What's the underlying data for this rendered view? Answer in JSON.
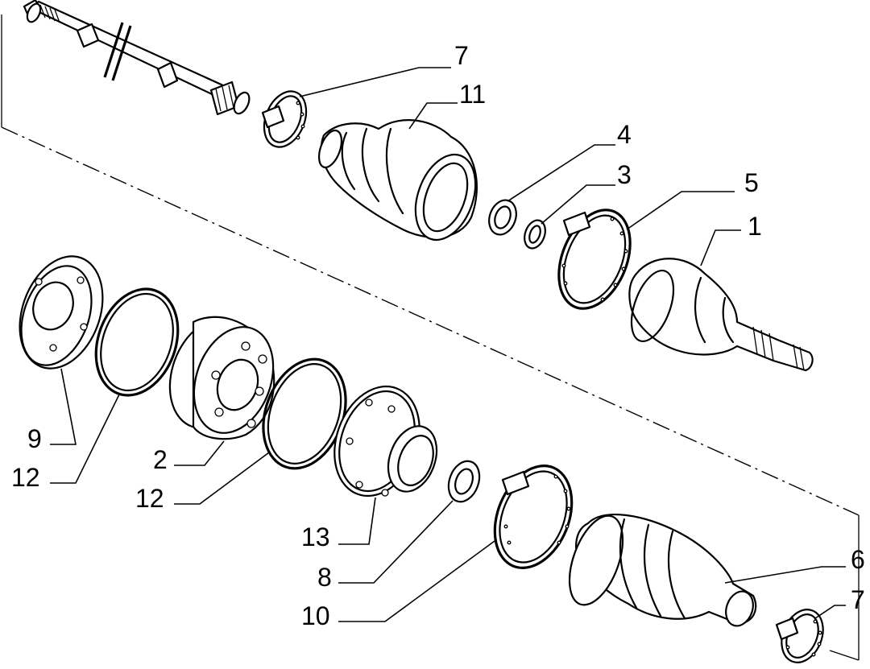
{
  "callouts": [
    {
      "id": "label-1",
      "text": "1"
    },
    {
      "id": "label-2",
      "text": "2"
    },
    {
      "id": "label-3",
      "text": "3"
    },
    {
      "id": "label-4",
      "text": "4"
    },
    {
      "id": "label-5",
      "text": "5"
    },
    {
      "id": "label-6",
      "text": "6"
    },
    {
      "id": "label-7a",
      "text": "7"
    },
    {
      "id": "label-7b",
      "text": "7"
    },
    {
      "id": "label-8",
      "text": "8"
    },
    {
      "id": "label-9",
      "text": "9"
    },
    {
      "id": "label-10",
      "text": "10"
    },
    {
      "id": "label-11",
      "text": "11"
    },
    {
      "id": "label-12a",
      "text": "12"
    },
    {
      "id": "label-12b",
      "text": "12"
    },
    {
      "id": "label-13",
      "text": "13"
    }
  ]
}
